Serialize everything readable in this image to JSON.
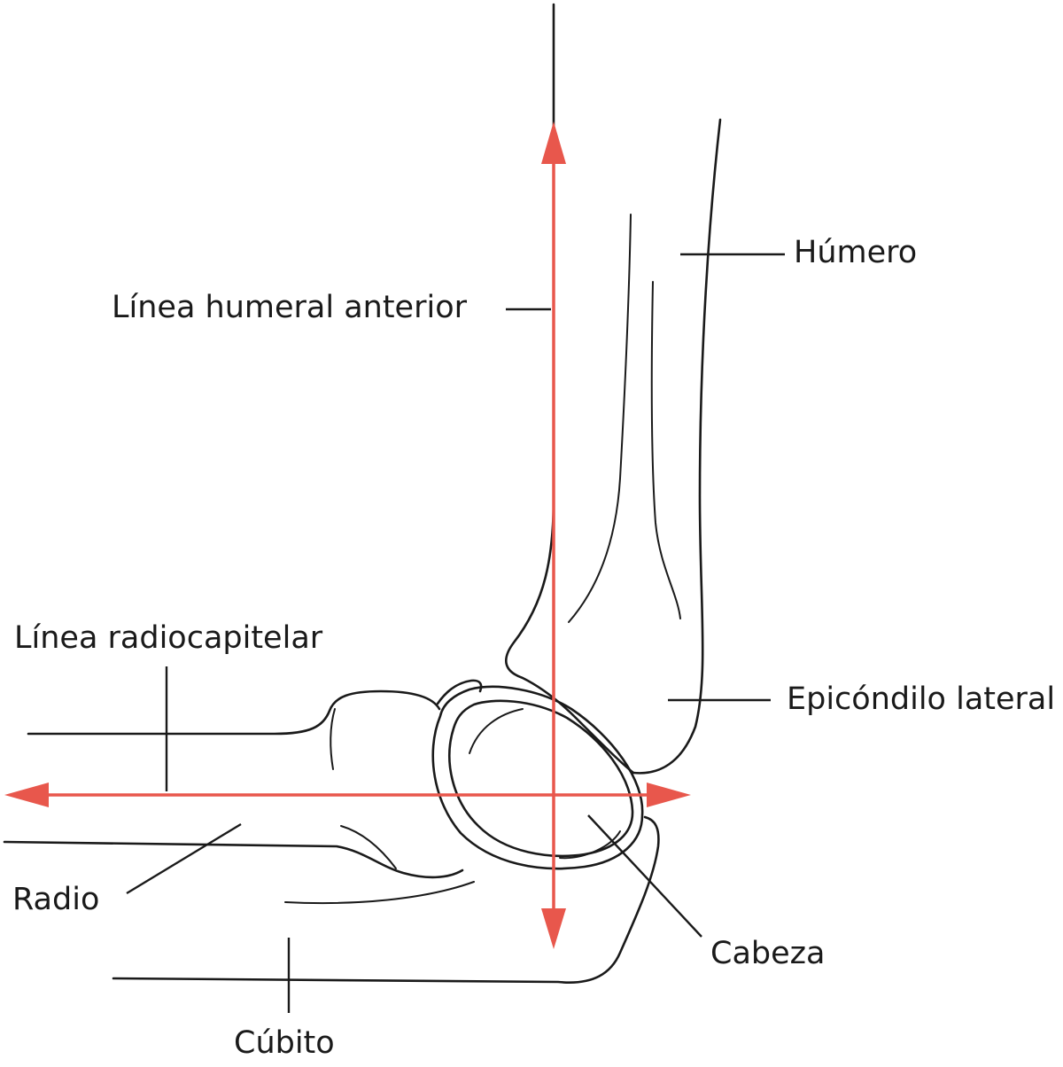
{
  "labels": {
    "humero": "Húmero",
    "linea_humeral_anterior": "Línea humeral anterior",
    "linea_radiocapitelar": "Línea radiocapitelar",
    "epicondilo_lateral": "Epicóndilo lateral",
    "radio": "Radio",
    "cabeza": "Cabeza",
    "cubito": "Cúbito"
  },
  "colors": {
    "reference_lines": "#e8574c",
    "outline": "#1a1a1a"
  }
}
